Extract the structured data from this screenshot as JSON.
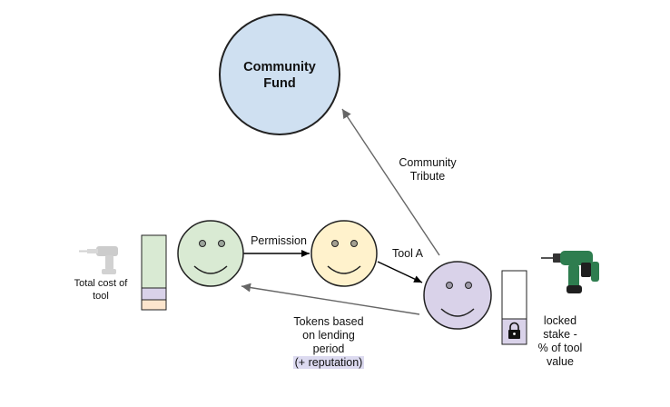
{
  "community_fund": {
    "line1": "Community",
    "line2": "Fund"
  },
  "edges": {
    "permission": "Permission",
    "tool": "Tool A",
    "tribute": {
      "line1": "Community",
      "line2": "Tribute"
    },
    "tokens": {
      "line1": "Tokens based",
      "line2": "on lending",
      "line3": "period",
      "line4": "(+ reputation)"
    }
  },
  "left_bar": {
    "line1": "Total cost of",
    "line2": "tool"
  },
  "right_bar": {
    "line1": "locked",
    "line2": "stake -",
    "line3": "% of tool",
    "line4": "value"
  },
  "colors": {
    "fund": "#cfe0f1",
    "lender": "#d9ead3",
    "permission_party": "#fff2cc",
    "borrower": "#d9d2e9",
    "tribute_segment": "#fce5cd",
    "arrow_dark": "#000000",
    "arrow_gray": "#666666"
  },
  "icons": {
    "left_tool": "drill-icon",
    "right_tool": "drill-icon",
    "lock": "lock-icon"
  }
}
